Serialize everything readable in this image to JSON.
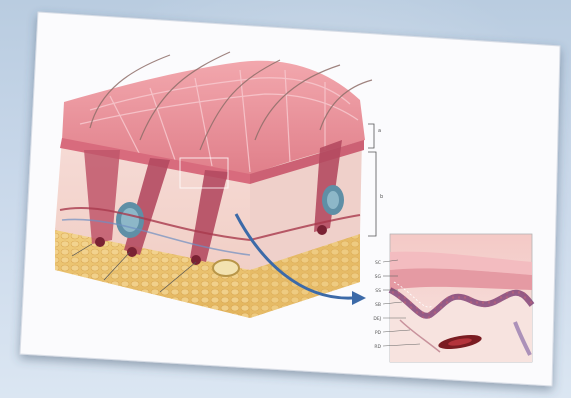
{
  "figure": {
    "main_labels": [
      "a",
      "b"
    ],
    "inset_labels": [
      "SC",
      "SG",
      "SS",
      "SB",
      "DEJ",
      "PD",
      "RD"
    ]
  }
}
